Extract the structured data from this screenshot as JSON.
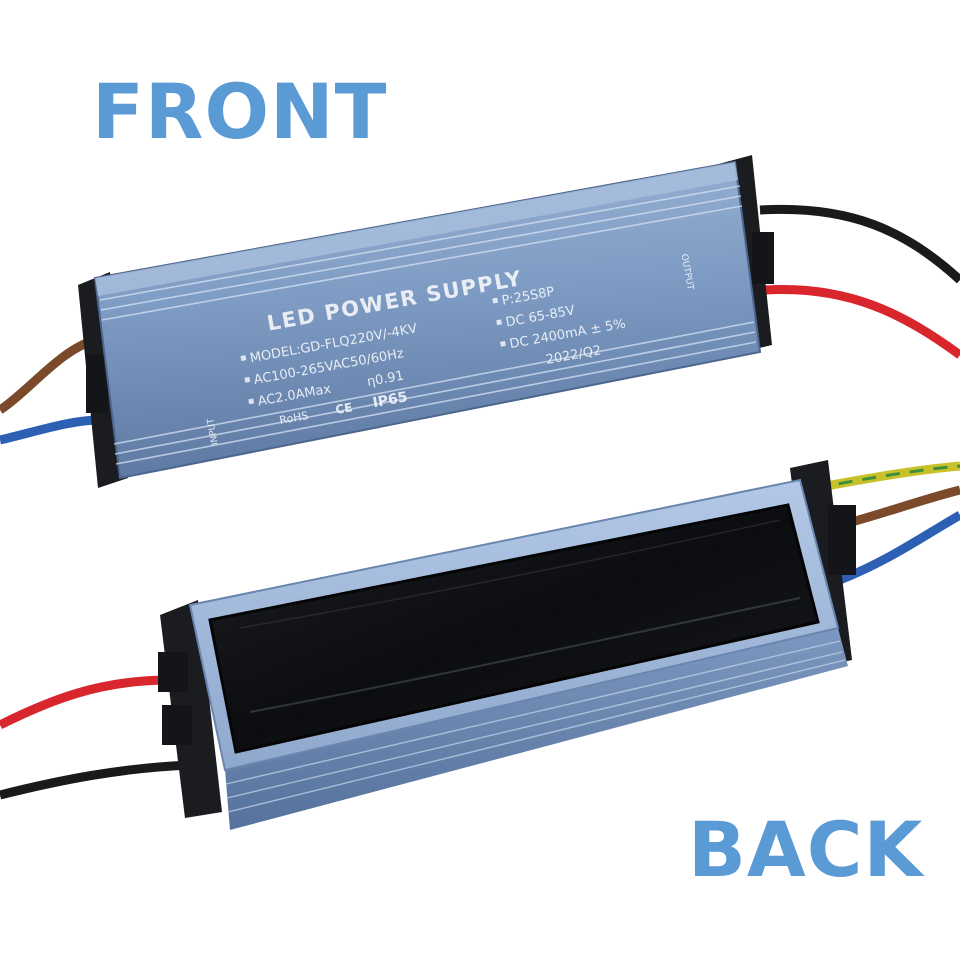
{
  "labels": {
    "front": "FRONT",
    "back": "BACK",
    "label_color": "#5b9bd5"
  },
  "front_label_plate": {
    "title": "LED POWER SUPPLY",
    "input_marker": "INPUT",
    "output_marker": "OUTPUT",
    "left_lines": [
      "MODEL:GD-FLQ220V/-4KV",
      "AC100-265VAC50/60Hz",
      "AC2.0AMax",
      "η0.91"
    ],
    "right_lines": [
      "P:25S8P",
      "DC 65-85V",
      "DC 2400mA ± 5%",
      "2022/Q2"
    ],
    "certifications": [
      "RoHS",
      "CE",
      "IP65"
    ]
  },
  "colors": {
    "housing_blue": "#7f9cc4",
    "potting_black": "#101114",
    "wire_red": "#d9262c",
    "wire_black": "#1a1a1a",
    "wire_brown": "#7a4a2a",
    "wire_blue": "#2d5fb4",
    "wire_yellow_green": "#c9c12a"
  }
}
